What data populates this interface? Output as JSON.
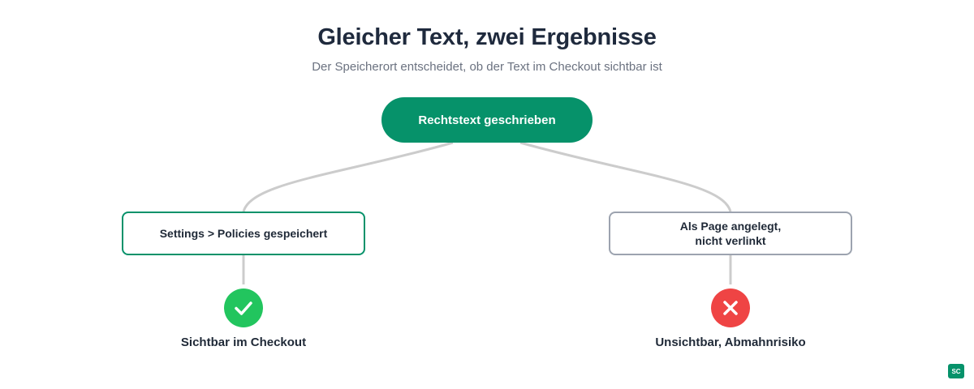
{
  "title": "Gleicher Text, zwei Ergebnisse",
  "subtitle": "Der Speicherort entscheidet, ob der Text im Checkout sichtbar ist",
  "root": {
    "label": "Rechtstext geschrieben"
  },
  "branches": [
    {
      "lines": [
        "Settings > Policies gespeichert"
      ],
      "outcome": "Sichtbar im Checkout",
      "icon": "checkmark-icon",
      "status_color": "#22c55e",
      "border_color": "#06926a"
    },
    {
      "lines": [
        "Als Page angelegt,",
        "nicht verlinkt"
      ],
      "outcome": "Unsichtbar, Abmahnrisiko",
      "icon": "cross-icon",
      "status_color": "#ef4444",
      "border_color": "#9ca3af"
    }
  ],
  "badge": "SC",
  "colors": {
    "accent": "#06926a",
    "connector": "#cccccc"
  }
}
